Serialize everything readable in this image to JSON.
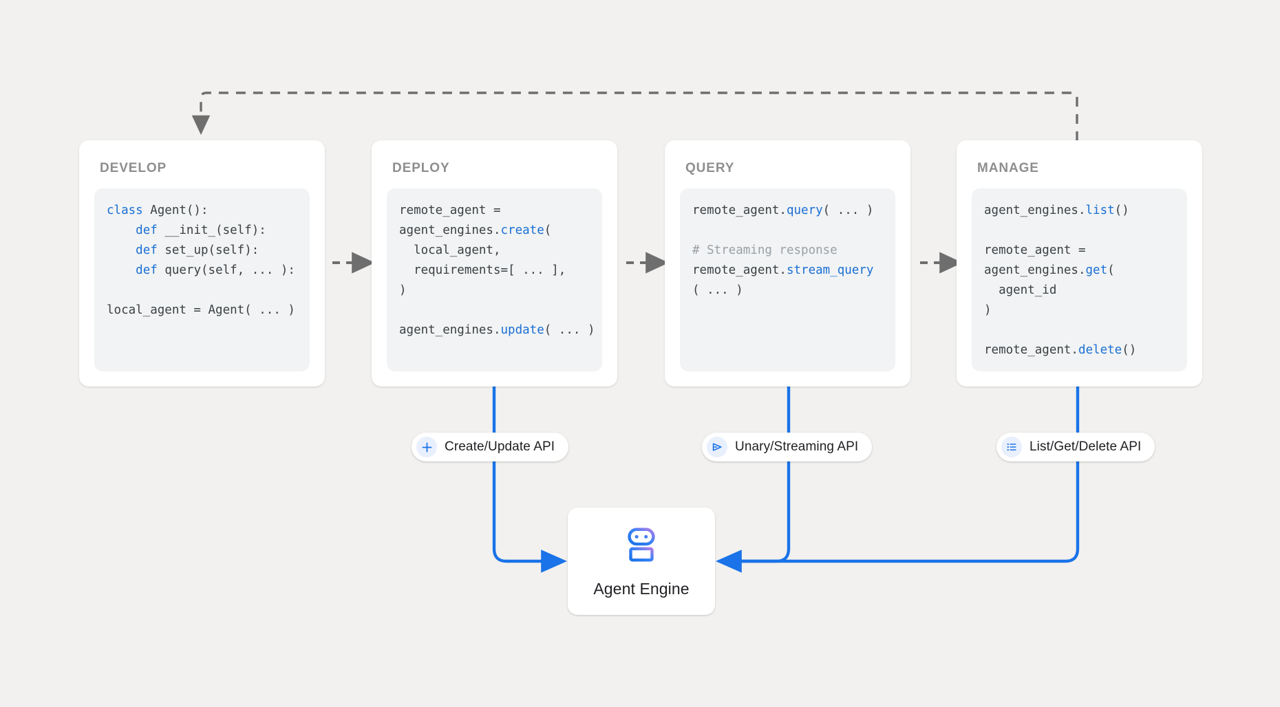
{
  "theme": {
    "background": "#f2f1ef",
    "card_bg": "#ffffff",
    "code_bg": "#f1f3f4",
    "accent_blue": "#1a73e8",
    "code_keyword": "#1a6fd4",
    "comment_gray": "#9aa0a6",
    "dashed_gray": "#6e6e6e",
    "title_gray": "#8e8e8e",
    "robot_gradient_from": "#1a73e8",
    "robot_gradient_to": "#b07ce8"
  },
  "stages": [
    {
      "id": "develop",
      "title": "DEVELOP",
      "code_lines": [
        [
          {
            "t": "class ",
            "c": "kw"
          },
          {
            "t": "Agent():",
            "c": ""
          }
        ],
        [
          {
            "t": "    ",
            "c": ""
          },
          {
            "t": "def ",
            "c": "kw"
          },
          {
            "t": "__init_(self):",
            "c": ""
          }
        ],
        [
          {
            "t": "    ",
            "c": ""
          },
          {
            "t": "def ",
            "c": "kw"
          },
          {
            "t": "set_up(self):",
            "c": ""
          }
        ],
        [
          {
            "t": "    ",
            "c": ""
          },
          {
            "t": "def ",
            "c": "kw"
          },
          {
            "t": "query(self, ... ):",
            "c": ""
          }
        ],
        [
          {
            "t": "",
            "c": ""
          }
        ],
        [
          {
            "t": "local_agent = Agent( ... )",
            "c": ""
          }
        ]
      ]
    },
    {
      "id": "deploy",
      "title": "DEPLOY",
      "code_lines": [
        [
          {
            "t": "remote_agent =",
            "c": ""
          }
        ],
        [
          {
            "t": "agent_engines.",
            "c": ""
          },
          {
            "t": "create",
            "c": "fn"
          },
          {
            "t": "(",
            "c": ""
          }
        ],
        [
          {
            "t": "  local_agent,",
            "c": ""
          }
        ],
        [
          {
            "t": "  requirements=[ ... ],",
            "c": ""
          }
        ],
        [
          {
            "t": ")",
            "c": ""
          }
        ],
        [
          {
            "t": "",
            "c": ""
          }
        ],
        [
          {
            "t": "agent_engines.",
            "c": ""
          },
          {
            "t": "update",
            "c": "fn"
          },
          {
            "t": "( ... )",
            "c": ""
          }
        ]
      ]
    },
    {
      "id": "query",
      "title": "QUERY",
      "code_lines": [
        [
          {
            "t": "remote_agent.",
            "c": ""
          },
          {
            "t": "query",
            "c": "fn"
          },
          {
            "t": "( ... )",
            "c": ""
          }
        ],
        [
          {
            "t": "",
            "c": ""
          }
        ],
        [
          {
            "t": "# Streaming response",
            "c": "cmt"
          }
        ],
        [
          {
            "t": "remote_agent.",
            "c": ""
          },
          {
            "t": "stream_query",
            "c": "fn"
          }
        ],
        [
          {
            "t": "( ... )",
            "c": ""
          }
        ]
      ]
    },
    {
      "id": "manage",
      "title": "MANAGE",
      "code_lines": [
        [
          {
            "t": "agent_engines.",
            "c": ""
          },
          {
            "t": "list",
            "c": "fn"
          },
          {
            "t": "()",
            "c": ""
          }
        ],
        [
          {
            "t": "",
            "c": ""
          }
        ],
        [
          {
            "t": "remote_agent =",
            "c": ""
          }
        ],
        [
          {
            "t": "agent_engines.",
            "c": ""
          },
          {
            "t": "get",
            "c": "fn"
          },
          {
            "t": "(",
            "c": ""
          }
        ],
        [
          {
            "t": "  agent_id",
            "c": ""
          }
        ],
        [
          {
            "t": ")",
            "c": ""
          }
        ],
        [
          {
            "t": "",
            "c": ""
          }
        ],
        [
          {
            "t": "remote_agent.",
            "c": ""
          },
          {
            "t": "delete",
            "c": "fn"
          },
          {
            "t": "()",
            "c": ""
          }
        ]
      ]
    }
  ],
  "api_pills": [
    {
      "id": "create-update",
      "label": "Create/Update API",
      "icon": "plus-icon"
    },
    {
      "id": "unary-streaming",
      "label": "Unary/Streaming API",
      "icon": "send-icon"
    },
    {
      "id": "list-get-delete",
      "label": "List/Get/Delete API",
      "icon": "list-icon"
    }
  ],
  "agent_engine": {
    "label": "Agent Engine",
    "icon": "robot-icon"
  },
  "connectors": {
    "feedback_loop": "dashed arrow from MANAGE back to DEVELOP",
    "flow_arrows": "dashed arrows between DEVELOP -> DEPLOY -> QUERY -> MANAGE",
    "api_wires": "solid blue lines from DEPLOY / QUERY / MANAGE into Agent Engine"
  }
}
